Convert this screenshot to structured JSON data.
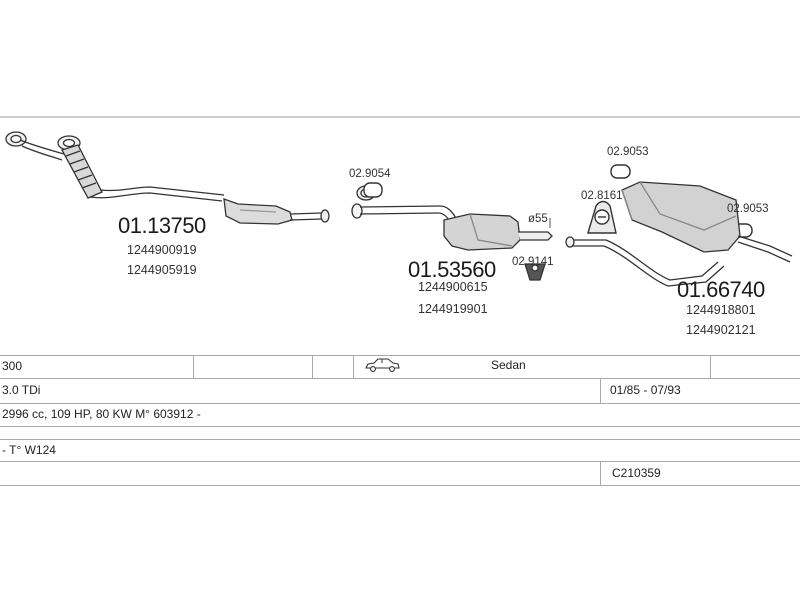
{
  "parts": {
    "front_pipe": {
      "code": "01.13750",
      "oem": [
        "1244900919",
        "1244905919"
      ]
    },
    "center_silencer": {
      "code": "01.53560",
      "oem": [
        "1244900615",
        "1244919901"
      ]
    },
    "rear_silencer": {
      "code": "01.66740",
      "oem": [
        "1244918801",
        "1244902121"
      ]
    },
    "fittings": {
      "ring_center": "02.9054",
      "diameter": "ø55",
      "clamp_center": "02.9141",
      "ring_rear_top": "02.9053",
      "hanger_rear": "02.8161",
      "ring_rear_right": "02.9053"
    }
  },
  "vehicle": {
    "model": "300",
    "body_type": "Sedan",
    "engine": "3.0 TDi",
    "years": "01/85 - 07/93",
    "spec": "2996 cc, 109 HP, 80 KW M° 603912 -",
    "type": "- T° W124",
    "catalog_code": "C210359"
  },
  "icons": {
    "car": "car-sedan-icon"
  }
}
